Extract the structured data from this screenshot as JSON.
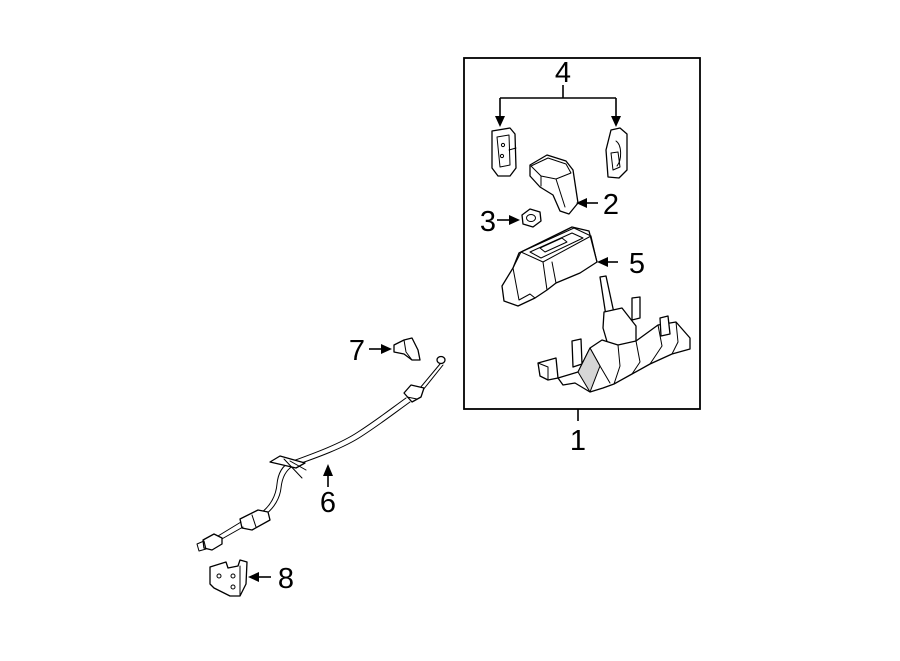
{
  "diagram": {
    "callouts": [
      {
        "id": "callout-1",
        "text": "1"
      },
      {
        "id": "callout-2",
        "text": "2"
      },
      {
        "id": "callout-3",
        "text": "3"
      },
      {
        "id": "callout-4",
        "text": "4"
      },
      {
        "id": "callout-5",
        "text": "5"
      },
      {
        "id": "callout-6",
        "text": "6"
      },
      {
        "id": "callout-7",
        "text": "7"
      },
      {
        "id": "callout-8",
        "text": "8"
      }
    ]
  }
}
